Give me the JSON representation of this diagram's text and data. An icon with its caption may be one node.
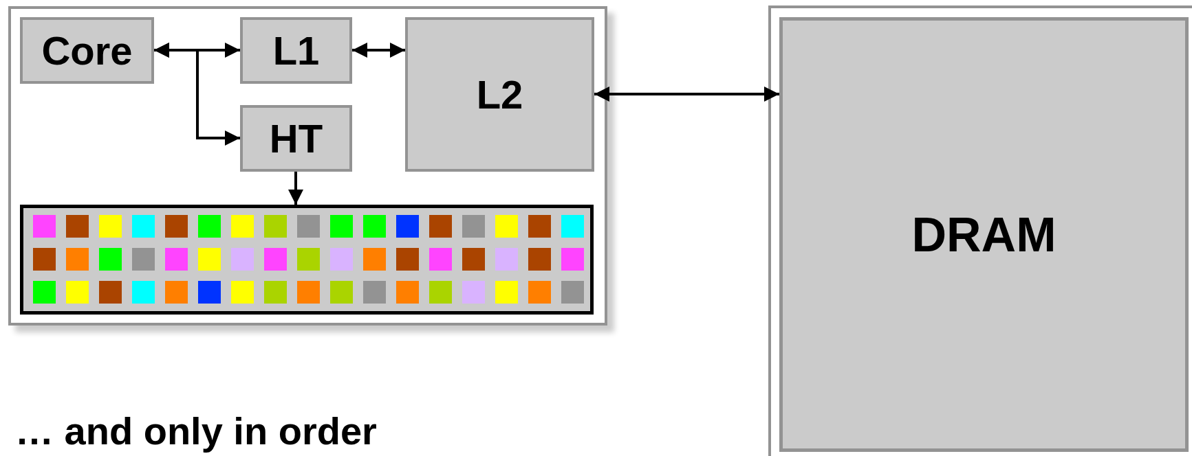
{
  "diagram": {
    "nodes": [
      {
        "text": [],
        "shape": "box"
      },
      {
        "text": [
          "Core"
        ],
        "in": 0
      },
      {
        "text": [
          "L1"
        ],
        "in": 0
      },
      {
        "text": [
          "L2"
        ],
        "in": 0
      },
      {
        "text": [
          "HT"
        ],
        "in": 0
      },
      {
        "text": [],
        "shape": "box",
        "in": 0
      },
      {
        "text": [
          "DRAM"
        ]
      }
    ],
    "edges": [
      {
        "from": 1,
        "to": 2,
        "arrow": "both"
      },
      {
        "from": 1,
        "to": 4,
        "arrow": "both"
      },
      {
        "from": 2,
        "to": 3,
        "arrow": "both"
      },
      {
        "from": 4,
        "to": 5,
        "arrow": "to"
      },
      {
        "from": 3,
        "to": 6,
        "arrow": "both"
      }
    ],
    "labels": [
      "… and only in order"
    ]
  }
}
